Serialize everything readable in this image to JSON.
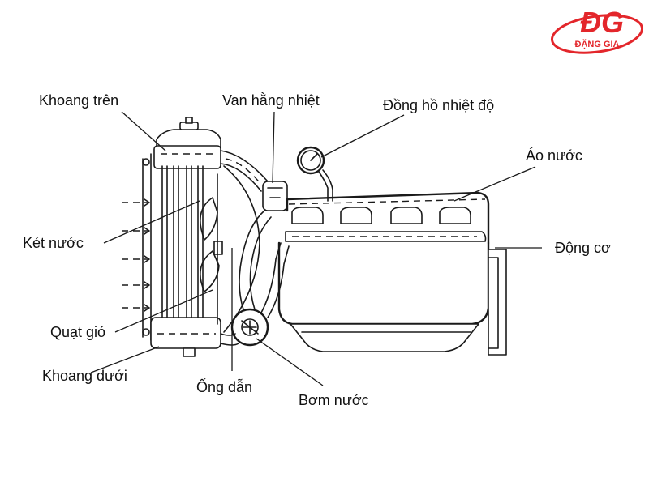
{
  "logo": {
    "brand_letters": "ĐG",
    "brand_name": "ĐẶNG GIA",
    "brand_color": "#e3262b"
  },
  "diagram": {
    "labels": {
      "khoang_tren": "Khoang trên",
      "van_hang_nhiet": "Van hằng nhiệt",
      "dong_ho_nhiet_do": "Đồng hồ nhiệt độ",
      "ao_nuoc": "Áo nước",
      "ket_nuoc": "Két nước",
      "dong_co": "Động cơ",
      "quat_gio": "Quạt gió",
      "khoang_duoi": "Khoang dưới",
      "ong_dan": "Ống dẫn",
      "bom_nuoc": "Bơm nước"
    },
    "colors": {
      "line": "#1a1a1a",
      "background": "#ffffff"
    }
  }
}
